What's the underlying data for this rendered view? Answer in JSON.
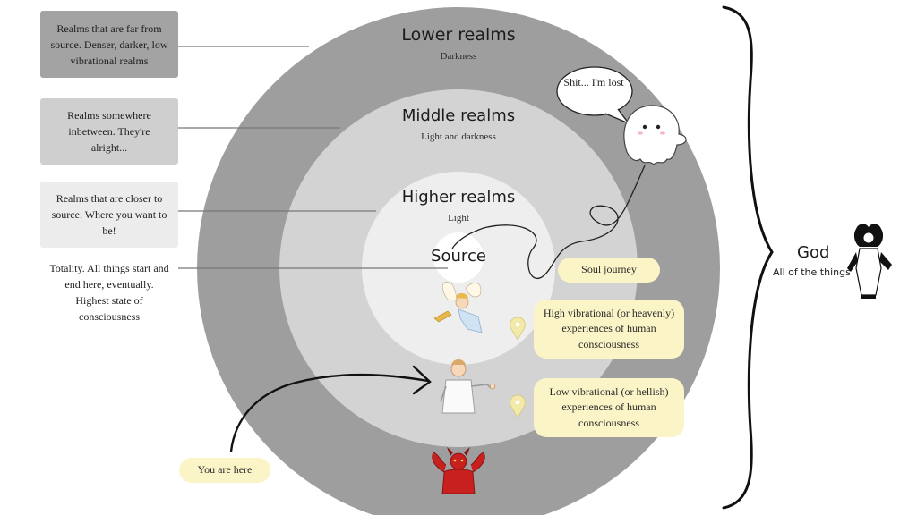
{
  "realms": {
    "lower": {
      "title": "Lower realms",
      "subtitle": "Darkness"
    },
    "middle": {
      "title": "Middle realms",
      "subtitle": "Light and darkness"
    },
    "higher": {
      "title": "Higher realms",
      "subtitle": "Light"
    },
    "source": {
      "title": "Source"
    }
  },
  "left_notes": [
    {
      "text": "Realms that are far from source. Denser, darker, low vibrational realms"
    },
    {
      "text": "Realms somewhere inbetween. They're alright..."
    },
    {
      "text": "Realms that are closer to source. Where you want to be!"
    },
    {
      "text": "Totality. All things start and end here, eventually. Highest state of consciousness"
    }
  ],
  "callouts": {
    "soul_journey": "Soul journey",
    "high_vibrational": "High vibrational (or heavenly) experiences of human consciousness",
    "low_vibrational": "Low vibrational (or hellish) experiences of human consciousness",
    "you_are_here": "You are here"
  },
  "ghost_bubble": "Shit... I'm lost",
  "god": {
    "title": "God",
    "subtitle": "All of the things"
  },
  "colors": {
    "outer_ring": "#9e9e9e",
    "middle_ring": "#d3d3d3",
    "inner_ring": "#eeeeee",
    "source_core": "#ffffff",
    "callout_fill": "#fbf4c7",
    "pin": "#f3e9a8"
  },
  "icons": [
    "ghost-icon",
    "angel-icon",
    "person-icon",
    "devil-icon",
    "god-figure-icon",
    "location-pin-icon",
    "brace-icon"
  ]
}
